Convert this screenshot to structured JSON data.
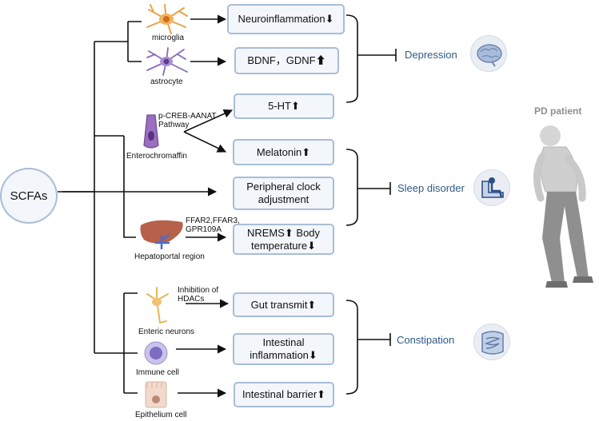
{
  "root": "SCFAs",
  "boxes": {
    "neuroinflammation": "Neuroinflammation⬇",
    "bdnf": "BDNF，GDNF⬆",
    "serotonin": "5-HT⬆",
    "melatonin": "Melatonin⬆",
    "peripheral_l1": "Peripheral clock",
    "peripheral_l2": "adjustment",
    "nrems_l1": "NREMS⬆ Body",
    "nrems_l2": "temperature⬇",
    "gut": "Gut transmit⬆",
    "inflam_l1": "Intestinal",
    "inflam_l2": "inflammation⬇",
    "barrier": "Intestinal barrier⬆"
  },
  "cells": {
    "microglia": "microglia",
    "astrocyte": "astrocyte",
    "enterochromaffin": "Enterochromaffin",
    "hepatoportal": "Hepatoportal  region",
    "enteric": "Enteric neurons",
    "immune": "Immune cell",
    "epithelium": "Epithelium cell"
  },
  "pathways": {
    "creb_l1": "p-CREB-AANAT",
    "creb_l2": "Pathway",
    "ffar_l1": "FFAR2,FFAR3,",
    "ffar_l2": "GPR109A",
    "hdac_l1": "Inhibition of",
    "hdac_l2": "HDACs"
  },
  "outcomes": {
    "depression": "Depression",
    "sleep": "Sleep disorder",
    "constipation": "Constipation"
  },
  "icons": {
    "depression": "brain-icon",
    "sleep": "person-in-chair-icon",
    "constipation": "intestine-icon"
  },
  "patient": "PD patient",
  "colors": {
    "box_border": "#a9bdd6",
    "box_fill": "#f3f6fb",
    "outcome_text": "#2d5a86"
  }
}
